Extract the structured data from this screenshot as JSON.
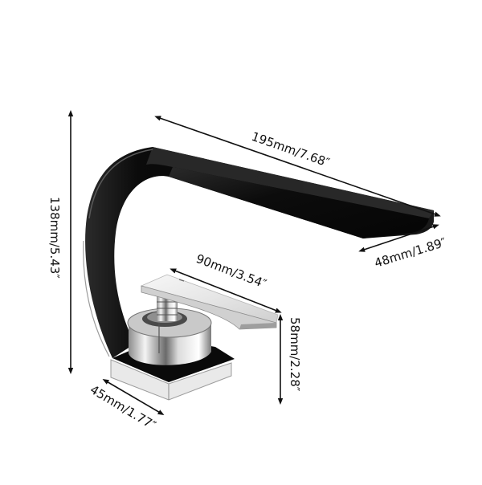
{
  "diagram": {
    "subject": "Waterfall basin faucet (matte black with chrome handle and base)",
    "colors": {
      "background": "#ffffff",
      "body_black": "#0d0d0d",
      "body_highlight": "#3a3a3a",
      "chrome_light": "#f2f2f2",
      "chrome_mid": "#c8c8c8",
      "chrome_dark": "#6e6e6e",
      "dimension_line": "#111111"
    },
    "dimensions": {
      "spout_length": {
        "label": "195mm/7.68″",
        "mm": 195,
        "inch": 7.68
      },
      "spout_width": {
        "label": "48mm/1.89″",
        "mm": 48,
        "inch": 1.89
      },
      "total_height": {
        "label": "138mm/5.43″",
        "mm": 138,
        "inch": 5.43
      },
      "handle_length": {
        "label": "90mm/3.54″",
        "mm": 90,
        "inch": 3.54
      },
      "handle_height": {
        "label": "58mm/2.28″",
        "mm": 58,
        "inch": 2.28
      },
      "base_width": {
        "label": "45mm/1.77″",
        "mm": 45,
        "inch": 1.77
      }
    }
  }
}
